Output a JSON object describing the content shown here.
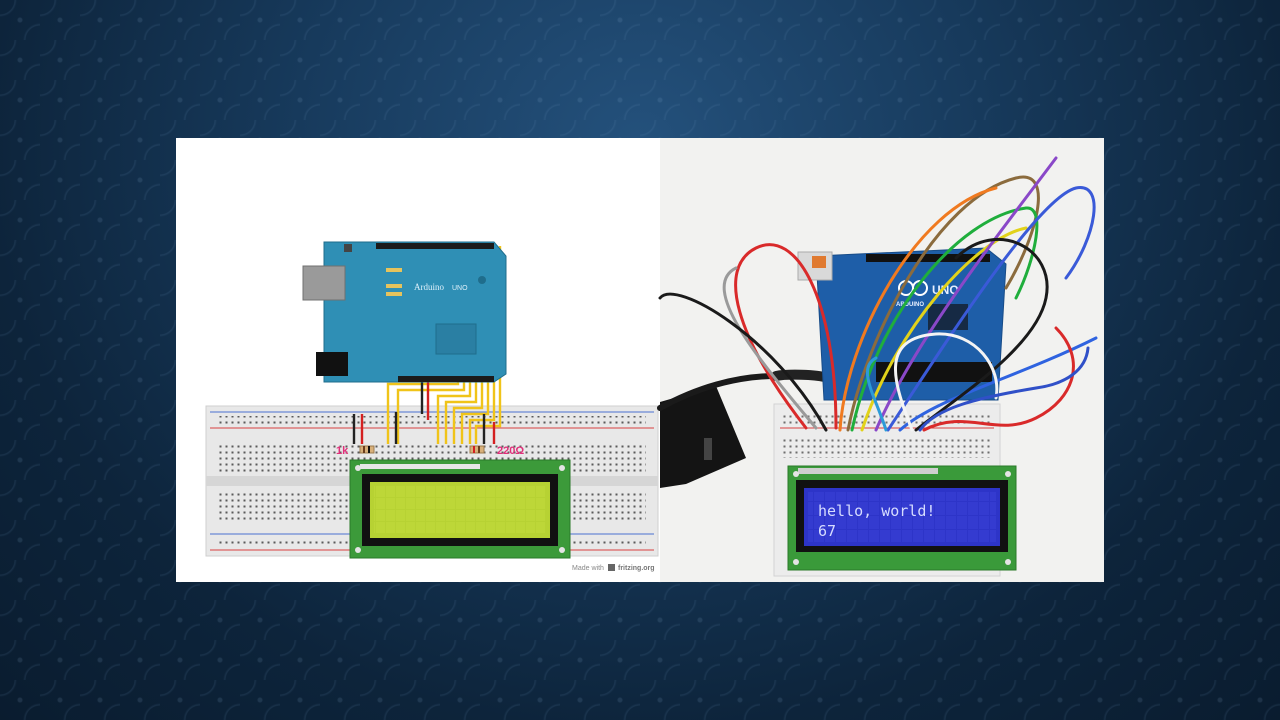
{
  "slide": {
    "colors": {
      "background": "#173a5c",
      "board": "#2f8fb5",
      "lcd_screen": "#b7d233",
      "lcd_pcb": "#3c9a3a",
      "blue_lcd": "#2d34c8"
    }
  },
  "diagram": {
    "board_label": "Arduino",
    "board_logo": "UNO",
    "resistor_left_label": "1k",
    "resistor_right_label": "220Ω",
    "credit_prefix": "Made with",
    "credit_brand": "fritzing.org"
  },
  "photo": {
    "board_logo_text": "ARDUINO",
    "board_logo_model": "UNO",
    "lcd_line_1": "hello, world!",
    "lcd_line_2": "67"
  }
}
